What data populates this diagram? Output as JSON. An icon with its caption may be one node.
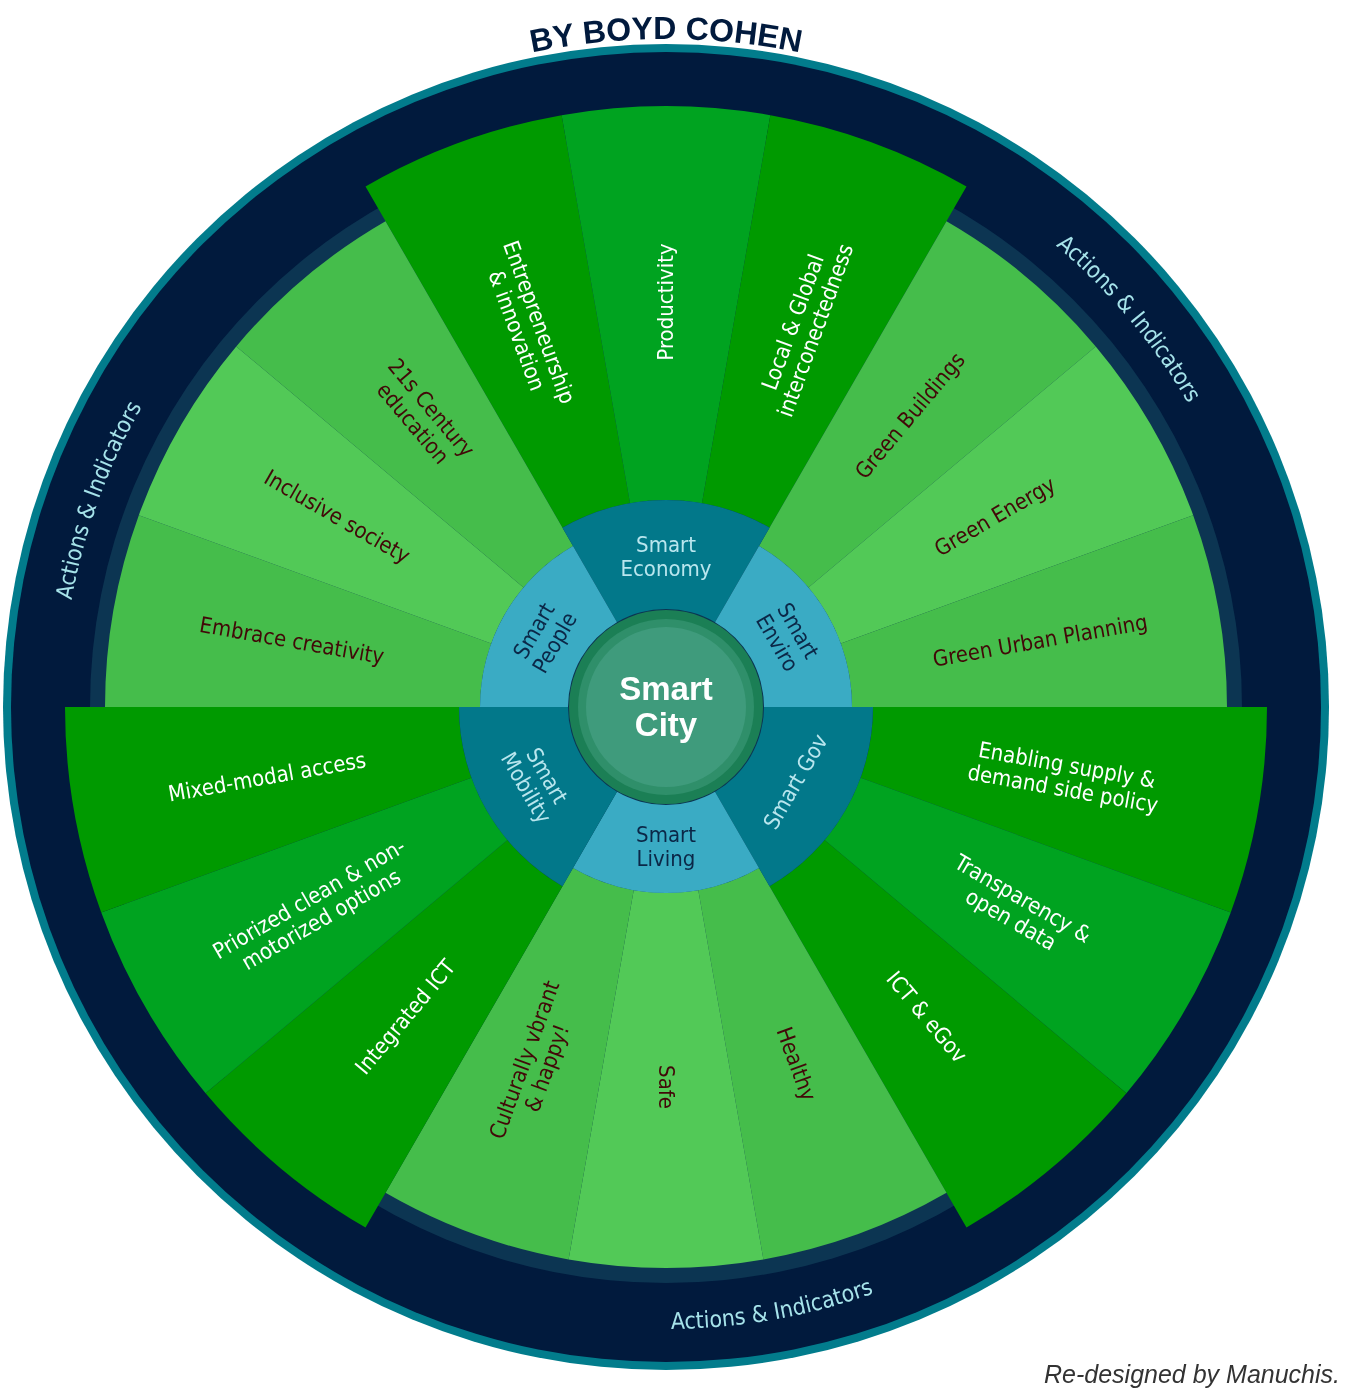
{
  "diagram": {
    "title": "BY BOYD COHEN",
    "caption": "Re-designed by Manuchis.",
    "nodes": [
      {
        "text": [
          "Smart City"
        ]
      },
      {
        "text": [
          "Smart Economy"
        ]
      },
      {
        "text": [
          "Smart Enviro"
        ]
      },
      {
        "text": [
          "Smart Gov"
        ]
      },
      {
        "text": [
          "Smart Living"
        ]
      },
      {
        "text": [
          "Smart Mobility"
        ]
      },
      {
        "text": [
          "Smart People"
        ]
      },
      {
        "text": [
          "Entrepreneurship & innovation"
        ]
      },
      {
        "text": [
          "Productivity"
        ]
      },
      {
        "text": [
          "Local & Global interconectedness"
        ]
      },
      {
        "text": [
          "Green Buildings"
        ]
      },
      {
        "text": [
          "Green Energy"
        ]
      },
      {
        "text": [
          "Green Urban Planning"
        ]
      },
      {
        "text": [
          "Enabling supply & demand side policy"
        ]
      },
      {
        "text": [
          "Transparency & open data"
        ]
      },
      {
        "text": [
          "ICT & eGov"
        ]
      },
      {
        "text": [
          "Healthy"
        ]
      },
      {
        "text": [
          "Safe"
        ]
      },
      {
        "text": [
          "Culturally vbrant & happy!"
        ]
      },
      {
        "text": [
          "Integrated ICT"
        ]
      },
      {
        "text": [
          "Priorized clean & non-motorized options"
        ]
      },
      {
        "text": [
          "Mixed-modal access"
        ]
      },
      {
        "text": [
          "Embrace creativity"
        ]
      },
      {
        "text": [
          "Inclusive society"
        ]
      },
      {
        "text": [
          "21s Century education"
        ]
      }
    ],
    "labels": [
      "Actions & Indicators",
      "Actions & Indicators",
      "Actions & Indicators"
    ]
  }
}
